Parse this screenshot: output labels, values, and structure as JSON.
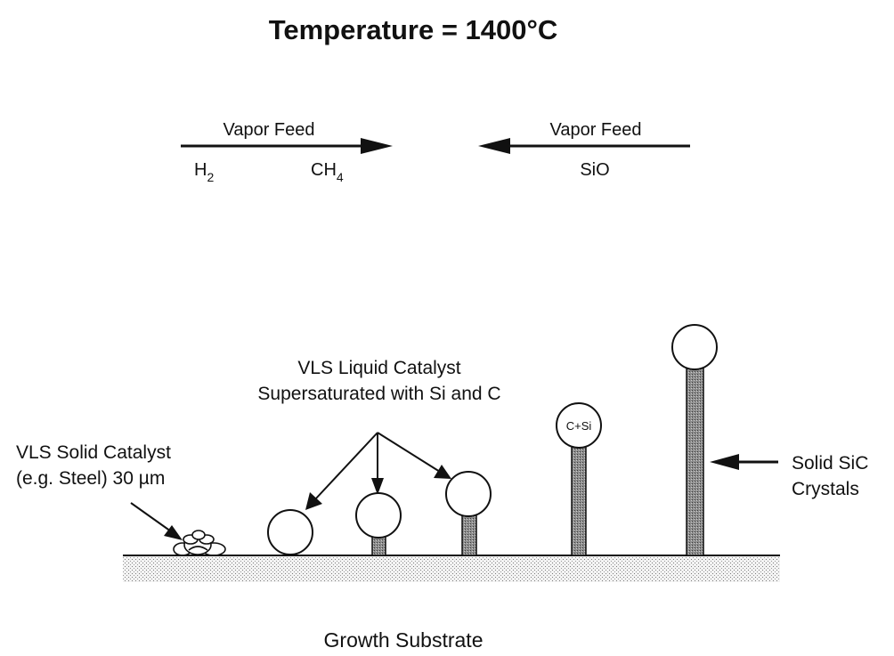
{
  "title": "Temperature = 1400°C",
  "feed_left": {
    "label": "Vapor Feed",
    "species_1": {
      "base": "H",
      "sub": "2"
    },
    "species_2": {
      "base": "CH",
      "sub": "4"
    }
  },
  "feed_right": {
    "label": "Vapor Feed",
    "species": "SiO"
  },
  "liquid_catalyst": {
    "line1": "VLS Liquid Catalyst",
    "line2": "Supersaturated with Si and C"
  },
  "solid_catalyst": {
    "line1": "VLS Solid Catalyst",
    "line2": "(e.g. Steel) 30 µm"
  },
  "droplet_label": "C+Si",
  "crystals": {
    "line1": "Solid SiC",
    "line2": "Crystals"
  },
  "substrate_label": "Growth Substrate"
}
